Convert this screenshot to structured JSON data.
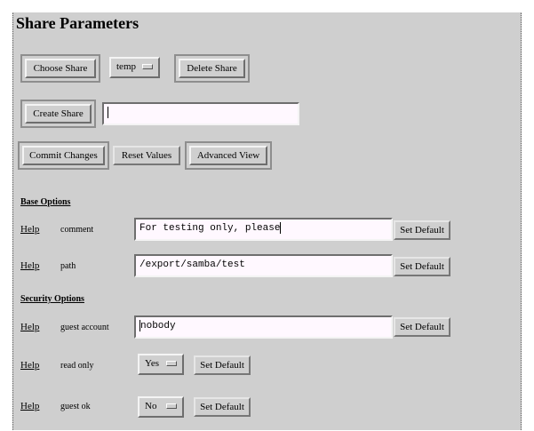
{
  "page_title": "Share Parameters",
  "toolbar": {
    "choose_share": "Choose Share",
    "share_select": "temp",
    "delete_share": "Delete Share",
    "create_share": "Create Share",
    "new_share_name": "",
    "commit": "Commit Changes",
    "reset": "Reset Values",
    "advanced": "Advanced View"
  },
  "sections": {
    "base": "Base Options",
    "security": "Security Options"
  },
  "help_label": "Help",
  "set_default_label": "Set Default",
  "params": {
    "comment": {
      "label": "comment",
      "value": "For testing only, please"
    },
    "path": {
      "label": "path",
      "value": "/export/samba/test"
    },
    "guest_account": {
      "label": "guest account",
      "value": "nobody"
    },
    "read_only": {
      "label": "read only",
      "value": "Yes"
    },
    "guest_ok": {
      "label": "guest ok",
      "value": "No"
    }
  }
}
